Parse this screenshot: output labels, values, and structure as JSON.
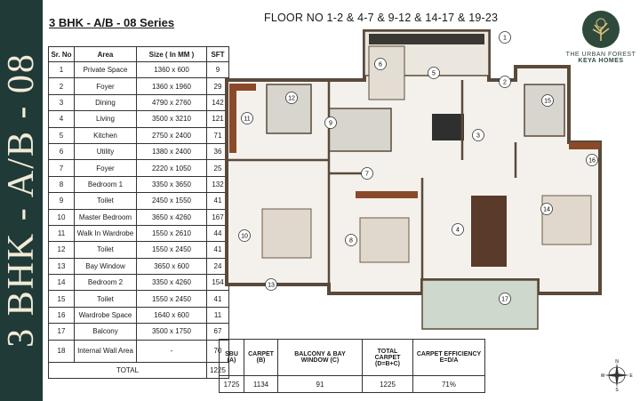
{
  "sidebar_title": "3 BHK - A/B - 08",
  "series_title": "3 BHK - A/B - 08 Series",
  "floor_title": "FLOOR NO 1-2 & 4-7 & 9-12 & 14-17 & 19-23",
  "logo": {
    "line1": "THE URBAN FOREST",
    "line2": "KEYA HOMES"
  },
  "area_table": {
    "headers": [
      "Sr. No",
      "Area",
      "Size ( In MM )",
      "SFT"
    ],
    "rows": [
      [
        "1",
        "Private Space",
        "1360 x 600",
        "9"
      ],
      [
        "2",
        "Foyer",
        "1360 x 1960",
        "29"
      ],
      [
        "3",
        "Dining",
        "4790 x 2760",
        "142"
      ],
      [
        "4",
        "Living",
        "3500 x 3210",
        "121"
      ],
      [
        "5",
        "Kitchen",
        "2750 x 2400",
        "71"
      ],
      [
        "6",
        "Utility",
        "1380 x 2400",
        "36"
      ],
      [
        "7",
        "Foyer",
        "2220 x 1050",
        "25"
      ],
      [
        "8",
        "Bedroom 1",
        "3350 x 3650",
        "132"
      ],
      [
        "9",
        "Toilet",
        "2450 x 1550",
        "41"
      ],
      [
        "10",
        "Master Bedroom",
        "3650 x 4260",
        "167"
      ],
      [
        "11",
        "Walk In Wardrobe",
        "1550 x 2610",
        "44"
      ],
      [
        "12",
        "Toilet",
        "1550 x 2450",
        "41"
      ],
      [
        "13",
        "Bay Window",
        "3650 x 600",
        "24"
      ],
      [
        "14",
        "Bedroom 2",
        "3350 x 4260",
        "154"
      ],
      [
        "15",
        "Toilet",
        "1550 x 2450",
        "41"
      ],
      [
        "16",
        "Wardrobe Space",
        "1640 x 600",
        "11"
      ],
      [
        "17",
        "Balcony",
        "3500 x 1750",
        "67"
      ],
      [
        "18",
        "Internal Wall Area",
        "-",
        "70"
      ]
    ],
    "total_label": "TOTAL",
    "total_value": "1225"
  },
  "summary_table": {
    "headers": [
      "SBU (A)",
      "CARPET (B)",
      "BALCONY & BAY WINDOW (C)",
      "TOTAL CARPET (D=B+C)",
      "CARPET EFFICIENCY E=D/A"
    ],
    "values": [
      "1725",
      "1134",
      "91",
      "1225",
      "71%"
    ]
  },
  "compass": {
    "n": "N",
    "s": "S",
    "e": "E",
    "w": "W"
  },
  "plan_labels": [
    "1",
    "2",
    "3",
    "4",
    "5",
    "6",
    "7",
    "8",
    "9",
    "10",
    "11",
    "12",
    "13",
    "14",
    "15",
    "16",
    "17"
  ],
  "colors": {
    "sidebar": "#1f3a37",
    "sidebar_text": "#f2ead8",
    "wall": "#5a4a3a",
    "wood": "#8a4a2a"
  }
}
